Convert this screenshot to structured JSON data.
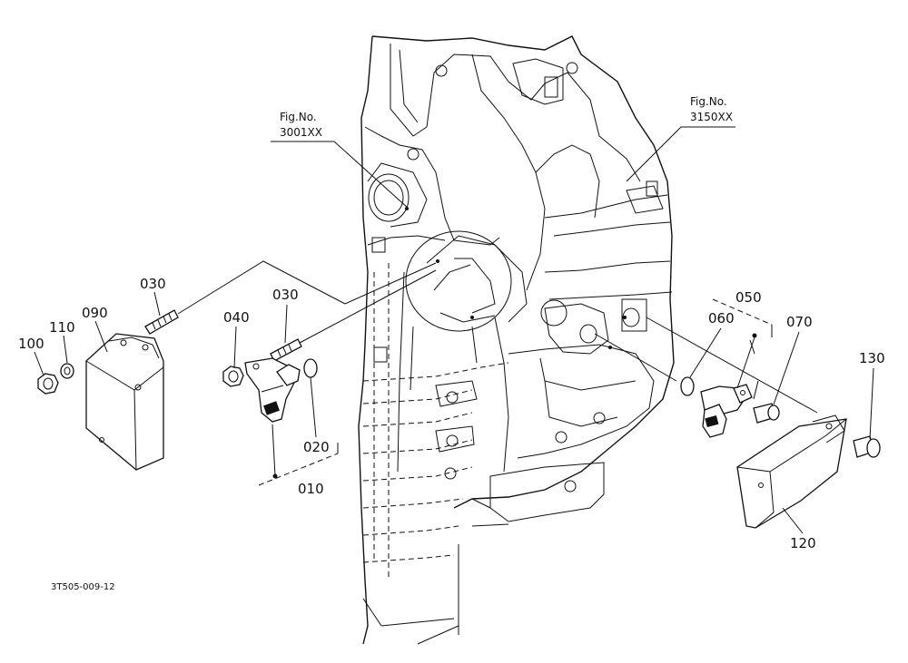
{
  "figure_refs": [
    {
      "line1": "Fig.No.",
      "line2": "3001XX"
    },
    {
      "line1": "Fig.No.",
      "line2": "3150XX"
    }
  ],
  "part_labels": {
    "p010": "010",
    "p020": "020",
    "p030a": "030",
    "p030b": "030",
    "p040": "040",
    "p050": "050",
    "p060": "060",
    "p070": "070",
    "p090": "090",
    "p100": "100",
    "p110": "110",
    "p120": "120",
    "p130": "130"
  },
  "drawing_code": "3T505-009-12"
}
